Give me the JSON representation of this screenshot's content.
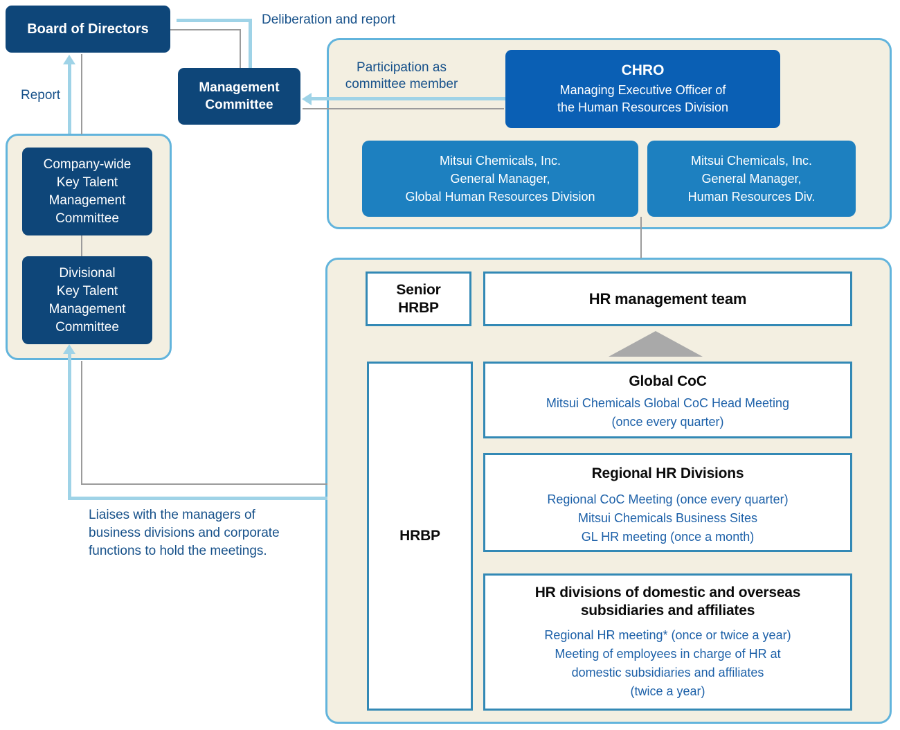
{
  "palette": {
    "navy": "#0e4679",
    "bright_blue": "#0a5fb4",
    "medium_blue": "#1d80c0",
    "beige_panel": "#f3efe1",
    "panel_border_blue": "#62b4dc",
    "arrow_light_blue": "#9fd3e7",
    "line_gray": "#9b9b9b",
    "inner_box_border": "#3389b5",
    "label_blue": "#17518a",
    "body_text_blue": "#1c60a8",
    "triangle_gray": "#a9a9a9"
  },
  "nodes": {
    "board": "Board of Directors",
    "management_committee": "Management\nCommittee",
    "chro": {
      "title": "CHRO",
      "subtitle": "Managing Executive Officer of\nthe Human Resources Division"
    },
    "gm_global": "Mitsui Chemicals, Inc.\nGeneral Manager,\nGlobal Human Resources Division",
    "gm_domestic": "Mitsui Chemicals, Inc.\nGeneral Manager,\nHuman Resources Div.",
    "company_wide_committee": "Company-wide\nKey Talent\nManagement\nCommittee",
    "divisional_committee": "Divisional\nKey Talent\nManagement\nCommittee",
    "senior_hrbp": "Senior\nHRBP",
    "hrbp": "HRBP",
    "hr_management_team": "HR management team",
    "global_coc": {
      "title": "Global CoC",
      "body": "Mitsui Chemicals Global CoC Head Meeting\n(once every quarter)"
    },
    "regional_hr": {
      "title": "Regional HR Divisions",
      "line1": "Regional CoC Meeting (once every quarter)",
      "line2": "Mitsui Chemicals Business Sites\nGL HR meeting (once a month)"
    },
    "hr_divisions": {
      "title": "HR divisions of domestic and overseas\nsubsidiaries and affiliates",
      "line1": "Regional HR meeting* (once or twice a year)",
      "line2": "Meeting of employees in charge of HR at\ndomestic subsidiaries and affiliates\n(twice a year)"
    }
  },
  "labels": {
    "deliberation_and_report": "Deliberation and report",
    "report": "Report",
    "participation": "Participation as\ncommittee member",
    "liaises": "Liaises with the managers of\nbusiness divisions and corporate\nfunctions to hold the meetings."
  }
}
